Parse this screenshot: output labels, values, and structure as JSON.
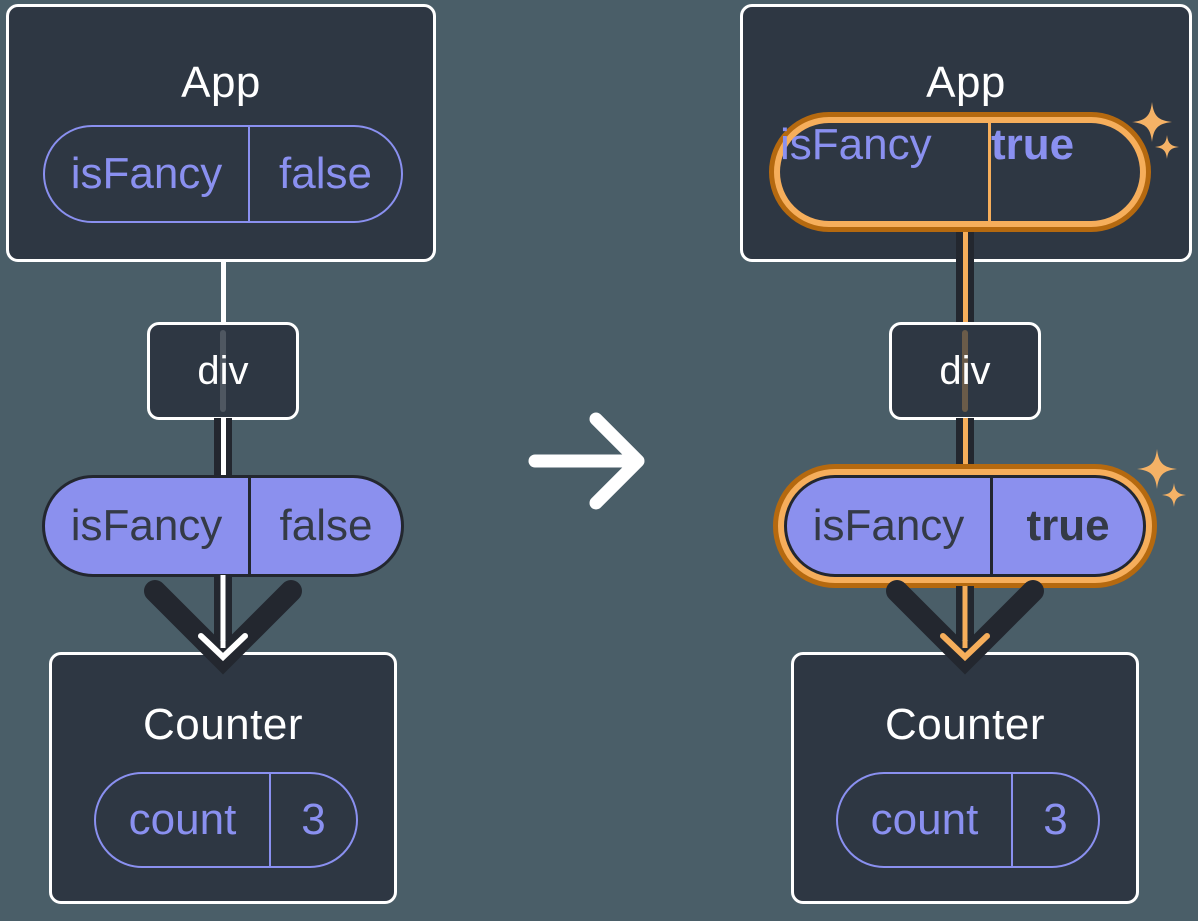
{
  "colors": {
    "bg": "#4a5e68",
    "card": "#2e3743",
    "white": "#ffffff",
    "dark": "#23272f",
    "purple": "#8a90f0",
    "purpleFill": "#8b90ee",
    "purpleText": "#343a46",
    "orangeDark": "#b5690f",
    "orangeLight": "#f6ae5b",
    "sparkle": "#f5b266"
  },
  "before": {
    "app": {
      "title": "App",
      "prop": {
        "name": "isFancy",
        "value": "false"
      }
    },
    "div": {
      "label": "div"
    },
    "prop": {
      "name": "isFancy",
      "value": "false"
    },
    "counter": {
      "title": "Counter",
      "state": {
        "name": "count",
        "value": "3"
      }
    }
  },
  "after": {
    "app": {
      "title": "App",
      "prop": {
        "name": "isFancy",
        "value": "true"
      }
    },
    "div": {
      "label": "div"
    },
    "prop": {
      "name": "isFancy",
      "value": "true"
    },
    "counter": {
      "title": "Counter",
      "state": {
        "name": "count",
        "value": "3"
      }
    }
  }
}
